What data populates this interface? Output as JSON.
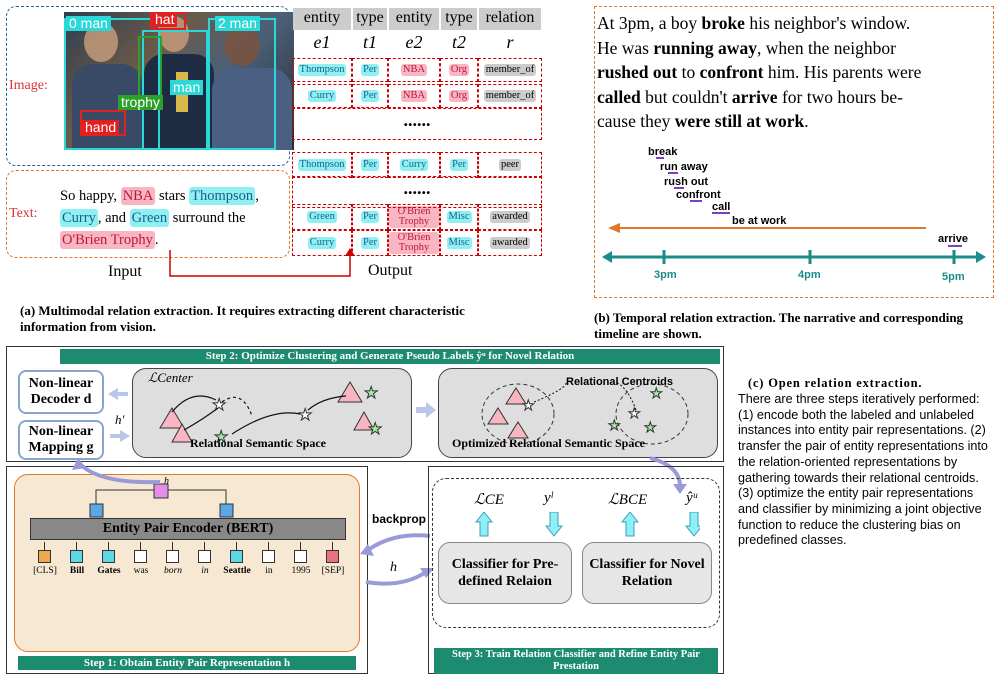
{
  "panel_a": {
    "image_label": "Image:",
    "text_label": "Text:",
    "input_label": "Input",
    "output_label": "Output",
    "boxes": [
      {
        "label": "0  man",
        "color": "#2ad8d8"
      },
      {
        "label": "hat",
        "color": "#e32020"
      },
      {
        "label": "2  man",
        "color": "#2ad8d8"
      },
      {
        "label": "man",
        "color": "#2ad8d8"
      },
      {
        "label": "trophy",
        "color": "#2ca02c"
      },
      {
        "label": "hand",
        "color": "#e32020"
      }
    ],
    "sentence": {
      "p1": "So happy, ",
      "nba": "NBA",
      "p2": " stars ",
      "thompson": "Thompson",
      "p3": ",",
      "curry": "Curry",
      "p4": ", and ",
      "green": "Green",
      "p5": " surround the",
      "trophy": "O'Brien Trophy",
      "p6": "."
    },
    "table": {
      "headers": [
        "entity",
        "type",
        "entity",
        "type",
        "relation"
      ],
      "symbols": [
        "e1",
        "t1",
        "e2",
        "t2",
        "r"
      ],
      "rows": [
        [
          "Thompson",
          "Per",
          "NBA",
          "Org",
          "member_of"
        ],
        [
          "Curry",
          "Per",
          "NBA",
          "Org",
          "member_of"
        ],
        [
          "Thompson",
          "Per",
          "Curry",
          "Per",
          "peer"
        ],
        [
          "Green",
          "Per",
          "O'Brien Trophy",
          "Misc",
          "awarded"
        ],
        [
          "Curry",
          "Per",
          "O'Brien Trophy",
          "Misc",
          "awarded"
        ]
      ],
      "ellipsis": "......"
    },
    "caption": "(a) Multimodal relation extraction. It requires extracting different characteristic information from vision."
  },
  "panel_b": {
    "s1": "At 3pm, a boy ",
    "b1": "broke",
    "s2": " his neighbor's window.",
    "s3": "He was ",
    "b2": "running away",
    "s4": ", when the neighbor",
    "b3": "rushed out",
    "s5": " to ",
    "b4": "confront",
    "s6": " him. His parents were",
    "b5": "called",
    "s7": " but couldn't ",
    "b6": "arrive",
    "s8": " for two hours be-",
    "s9": "cause they ",
    "b7": "were still at work",
    "s10": ".",
    "events": [
      "break",
      "run away",
      "rush out",
      "confront",
      "call",
      "be at work",
      "arrive"
    ],
    "ticks": [
      "3pm",
      "4pm",
      "5pm"
    ],
    "caption": "(b) Temporal relation extraction. The narrative and corresponding timeline are shown."
  },
  "panel_c": {
    "step2_title": "Step 2: Optimize Clustering and Generate Pseudo Labels ŷᵘ for Novel Relation",
    "decoder_label": "Non-linear Decoder d",
    "mapping_label": "Non-linear Mapping g",
    "h_prime": "h'",
    "center_loss": "ℒCenter",
    "space1_label": "Relational Semantic Space",
    "centroids_label": "Relational Centroids",
    "space2_label": "Optimized Relational Semantic Space",
    "h_top": "h",
    "encoder_label": "Entity Pair Encoder (BERT)",
    "tokens": [
      "[CLS]",
      "Bill",
      "Gates",
      "was",
      "born",
      "in",
      "Seattle",
      "in",
      "1995",
      "[SEP]"
    ],
    "step1_title": "Step 1: Obtain Entity Pair Representation h",
    "backprop": "backprop",
    "h_arrow": "h",
    "loss_ce": "ℒCE",
    "y_l": "yˡ",
    "loss_bce": "ℒBCE",
    "y_u": "ŷᵘ",
    "classifier1": "Classifier for Pre-defined Relaion",
    "classifier2": "Classifier for Novel Relation",
    "step3_title": "Step 3: Train Relation Classifier and Refine Entity Pair Prestation",
    "caption_title": "(c) Open relation extraction.",
    "caption_body": "There are three steps iteratively performed: (1) encode both the labeled and unlabeled instances into entity pair representations. (2) transfer the pair of entity representations into the relation-oriented representations by gathering towards their relational centroids. (3) optimize the entity pair representations and classifier by minimizing a joint objective function to reduce the clustering bias on predefined classes."
  },
  "colors": {
    "teal": "#1c8b6f",
    "cyan": "#8ff0f3",
    "pink": "#f8b6c2",
    "dash_blue": "#2d5f9e",
    "dash_orange": "#e0772a",
    "red": "#c00"
  }
}
